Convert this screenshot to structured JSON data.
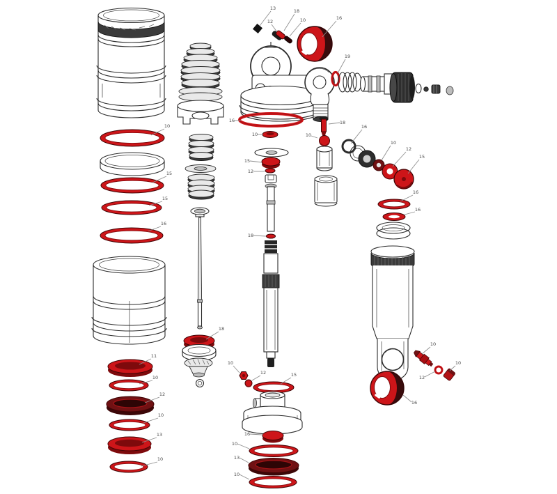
{
  "palette": {
    "red": "#cd1519",
    "red-dark": "#701113",
    "red-deep": "#7e0a0c",
    "red-edge": "#3f0405",
    "line": "#2b2b2b",
    "label": "#4a4a4a"
  },
  "diagram": {
    "kind": "exploded-parts-diagram",
    "subject": "rear-shock-absorber"
  },
  "callouts": [
    {
      "label": "13",
      "part": "mount-pin"
    },
    {
      "label": "12",
      "part": "head-seal-small"
    },
    {
      "label": "18",
      "part": "head-seal"
    },
    {
      "label": "10",
      "part": "head-seal-dark"
    },
    {
      "label": "16",
      "part": "eyelet-bushing-upper"
    },
    {
      "label": "19",
      "part": "elbow-o-ring"
    },
    {
      "label": "10",
      "part": "air-can-o-ring-1"
    },
    {
      "label": "15",
      "part": "air-can-o-ring-2"
    },
    {
      "label": "15",
      "part": "air-can-o-ring-3"
    },
    {
      "label": "16",
      "part": "air-can-o-ring-4"
    },
    {
      "label": "11",
      "part": "lower-seal-1"
    },
    {
      "label": "10",
      "part": "lower-o-ring-1"
    },
    {
      "label": "12",
      "part": "lower-seal-dark"
    },
    {
      "label": "10",
      "part": "lower-o-ring-2"
    },
    {
      "label": "13",
      "part": "lower-seal-2"
    },
    {
      "label": "10",
      "part": "lower-o-ring-3"
    },
    {
      "label": "18",
      "part": "piston-seal-disc"
    },
    {
      "label": "16",
      "part": "head-flange-o-ring"
    },
    {
      "label": "10",
      "part": "head-small-ring"
    },
    {
      "label": "15",
      "part": "head-bushing"
    },
    {
      "label": "12",
      "part": "head-mini-ring"
    },
    {
      "label": "18",
      "part": "shaft-mini-ring"
    },
    {
      "label": "10",
      "part": "shaft-hex-nut"
    },
    {
      "label": "12",
      "part": "shaft-ball"
    },
    {
      "label": "15",
      "part": "shaft-o-ring"
    },
    {
      "label": "16",
      "part": "air-piston-bushing"
    },
    {
      "label": "10",
      "part": "air-piston-o-ring-1"
    },
    {
      "label": "13",
      "part": "air-piston-seal-dark"
    },
    {
      "label": "10",
      "part": "air-piston-o-ring-2"
    },
    {
      "label": "18",
      "part": "rebound-needle"
    },
    {
      "label": "10",
      "part": "needle-ball"
    },
    {
      "label": "16",
      "part": "seal-head-o-ring-white"
    },
    {
      "label": "10",
      "part": "seal-head-ring-dark"
    },
    {
      "label": "12",
      "part": "seal-head-ring-red-small"
    },
    {
      "label": "15",
      "part": "seal-head-ring-red"
    },
    {
      "label": "16",
      "part": "body-o-ring"
    },
    {
      "label": "16",
      "part": "body-ring-small"
    },
    {
      "label": "10",
      "part": "air-valve-core"
    },
    {
      "label": "12",
      "part": "valve-o-ring"
    },
    {
      "label": "10",
      "part": "valve-cap"
    },
    {
      "label": "16",
      "part": "eyelet-bushing-lower"
    }
  ]
}
